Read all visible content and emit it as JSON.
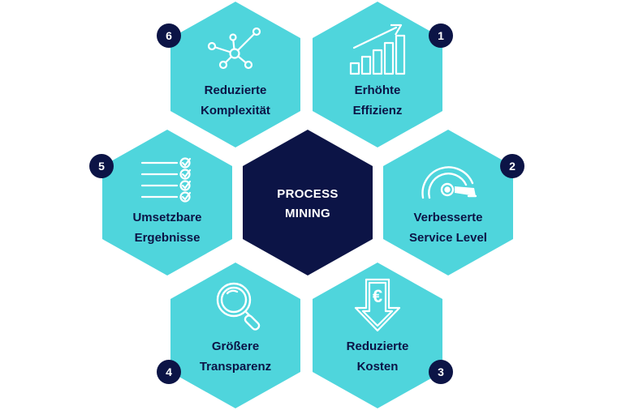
{
  "center": {
    "line1": "PROCESS",
    "line2": "MINING"
  },
  "items": [
    {
      "number": "1",
      "line1": "Erhöhte",
      "line2": "Effizienz",
      "icon": "bar-chart-growth-icon"
    },
    {
      "number": "2",
      "line1": "Verbesserte",
      "line2": "Service Level",
      "icon": "speedometer-icon"
    },
    {
      "number": "3",
      "line1": "Reduzierte",
      "line2": "Kosten",
      "icon": "euro-down-arrow-icon"
    },
    {
      "number": "4",
      "line1": "Größere",
      "line2": "Transparenz",
      "icon": "magnifier-icon"
    },
    {
      "number": "5",
      "line1": "Umsetzbare",
      "line2": "Ergebnisse",
      "icon": "checklist-icon"
    },
    {
      "number": "6",
      "line1": "Reduzierte",
      "line2": "Komplexität",
      "icon": "network-icon"
    }
  ],
  "colors": {
    "hex": "#4fd5dc",
    "center": "#0c1446",
    "badge": "#0c1446",
    "icon_stroke": "#ffffff",
    "text_dark": "#0c1446"
  }
}
